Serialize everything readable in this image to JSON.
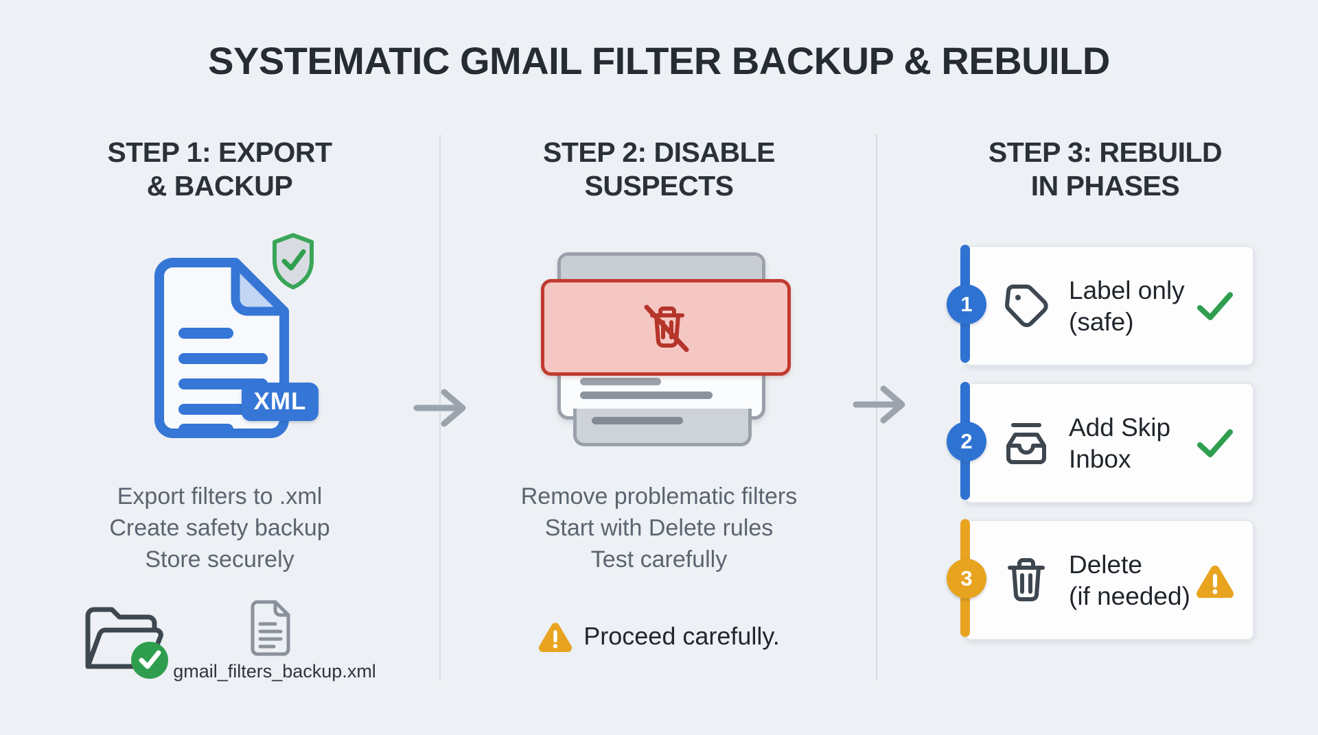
{
  "title": "SYSTEMATIC GMAIL FILTER BACKUP & REBUILD",
  "colors": {
    "background": "#edf0f4",
    "heading_dark": "#2b3138",
    "body_gray": "#5b6470",
    "blue": "#3576d6",
    "green": "#2f9e4f",
    "red_border": "#c03a2f",
    "red_fill": "#f5c7c2",
    "amber": "#e8a31f",
    "gray_icon": "#3e4750"
  },
  "steps": [
    {
      "heading_line1": "STEP 1: EXPORT",
      "heading_line2": "& BACKUP",
      "lines": [
        "Export filters to .xml",
        "Create safety backup",
        "Store securely"
      ],
      "xml_badge": "XML",
      "filename": "gmail_filters_backup.xml"
    },
    {
      "heading_line1": "STEP 2: DISABLE",
      "heading_line2": "SUSPECTS",
      "lines": [
        "Remove problematic filters",
        "Start with Delete rules",
        "Test carefully"
      ],
      "warning": "Proceed carefully."
    },
    {
      "heading_line1": "STEP 3: REBUILD",
      "heading_line2": "IN PHASES",
      "phases": [
        {
          "number": "1",
          "label_line1": "Label only",
          "label_line2": "(safe)",
          "status": "check",
          "accent": "#2e72d2"
        },
        {
          "number": "2",
          "label_line1": "Add Skip",
          "label_line2": "Inbox",
          "status": "check",
          "accent": "#2e72d2"
        },
        {
          "number": "3",
          "label_line1": "Delete",
          "label_line2": "(if needed)",
          "status": "warning",
          "accent": "#e8a31f"
        }
      ]
    }
  ]
}
